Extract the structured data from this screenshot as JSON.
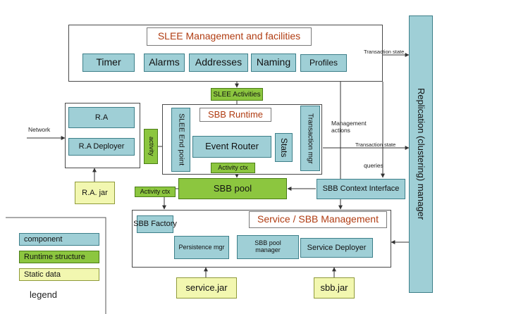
{
  "diagram": {
    "management": {
      "title": "SLEE Management and facilities",
      "timer": "Timer",
      "alarms": "Alarms",
      "addresses": "Addresses",
      "naming": "Naming",
      "profiles": "Profiles"
    },
    "replication": "Replication (clustering) manager",
    "slee_activities": "SLEE Activities",
    "ra": {
      "ra": "R.A",
      "deployer": "R.A Deployer",
      "jar": "R.A. jar",
      "activity": "activity"
    },
    "runtime": {
      "title": "SBB Runtime",
      "endpoint": "SLEE End point",
      "event_router": "Event Router",
      "stats": "Stats",
      "transaction_mgr": "Transaction mgr",
      "activity_ctx": "Activity ctx",
      "sbb_pool": "SBB pool",
      "activity_ctx_side": "Activity ctx",
      "context_interface": "SBB Context Interface"
    },
    "service": {
      "title": "Service / SBB Management",
      "factory": "SBB Factory",
      "persistence": "Persistence mgr",
      "pool_manager": "SBB pool manager",
      "deployer": "Service Deployer",
      "service_jar": "service.jar",
      "sbb_jar": "sbb.jar"
    },
    "labels": {
      "network": "Network",
      "transaction_state_top": "Transaction state",
      "management_actions": "Management actions",
      "transaction_state_mid": "Transaction state",
      "queries": "queries"
    },
    "legend": {
      "component": "component",
      "runtime": "Runtime structure",
      "static": "Static data",
      "title": "legend"
    }
  }
}
